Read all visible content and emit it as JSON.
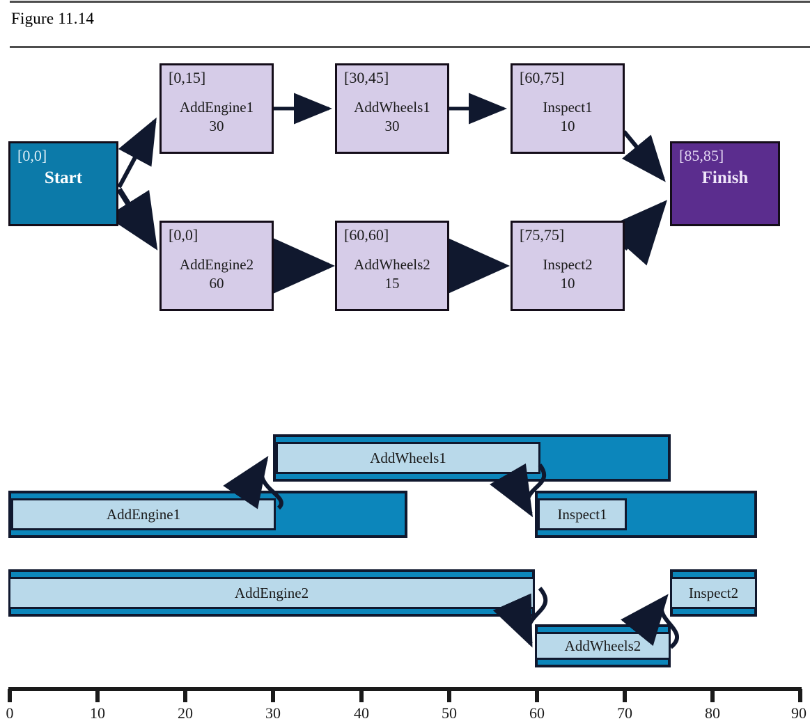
{
  "figure": {
    "caption": "Figure 11.14"
  },
  "colors": {
    "task_node_fill": "#d6cce8",
    "start_fill": "#0c7aa9",
    "finish_fill": "#5b2d8e",
    "node_border": "#140d19",
    "bar_slack_fill": "#0c86bb",
    "bar_task_fill": "#b9d9ea",
    "bar_border": "#10182e",
    "rule": "#4d4d4d"
  },
  "network": {
    "start": {
      "bracket": "[0,0]",
      "title": "Start"
    },
    "finish": {
      "bracket": "[85,85]",
      "title": "Finish"
    },
    "tasks": [
      {
        "id": "AddEngine1",
        "bracket": "[0,15]",
        "label": "AddEngine1",
        "duration": "30"
      },
      {
        "id": "AddWheels1",
        "bracket": "[30,45]",
        "label": "AddWheels1",
        "duration": "30"
      },
      {
        "id": "Inspect1",
        "bracket": "[60,75]",
        "label": "Inspect1",
        "duration": "10"
      },
      {
        "id": "AddEngine2",
        "bracket": "[0,0]",
        "label": "AddEngine2",
        "duration": "60"
      },
      {
        "id": "AddWheels2",
        "bracket": "[60,60]",
        "label": "AddWheels2",
        "duration": "15"
      },
      {
        "id": "Inspect2",
        "bracket": "[75,75]",
        "label": "Inspect2",
        "duration": "10"
      }
    ]
  },
  "chart_data": {
    "type": "bar",
    "title": "Figure 11.14",
    "xlabel": "",
    "ylabel": "",
    "xlim": [
      0,
      90
    ],
    "grid": false,
    "legend": null,
    "tick_labels": [
      "0",
      "10",
      "20",
      "30",
      "40",
      "50",
      "60",
      "70",
      "80",
      "90"
    ],
    "tick_values": [
      0,
      10,
      20,
      30,
      40,
      50,
      60,
      70,
      80,
      90
    ],
    "rows": [
      {
        "label": "AddWheels1",
        "row": 0,
        "start": 30,
        "duration": 30,
        "end": 60,
        "latest_finish": 75,
        "slack": 15,
        "critical": false
      },
      {
        "label": "AddEngine1",
        "row": 1,
        "start": 0,
        "duration": 30,
        "end": 30,
        "latest_finish": 45,
        "slack": 15,
        "critical": false
      },
      {
        "label": "Inspect1",
        "row": 1,
        "start": 60,
        "duration": 10,
        "end": 70,
        "latest_finish": 85,
        "slack": 15,
        "critical": false
      },
      {
        "label": "AddEngine2",
        "row": 2,
        "start": 0,
        "duration": 60,
        "end": 60,
        "latest_finish": 60,
        "slack": 0,
        "critical": true
      },
      {
        "label": "Inspect2",
        "row": 2,
        "start": 75,
        "duration": 10,
        "end": 85,
        "latest_finish": 85,
        "slack": 0,
        "critical": true
      },
      {
        "label": "AddWheels2",
        "row": 3,
        "start": 60,
        "duration": 15,
        "end": 75,
        "latest_finish": 75,
        "slack": 0,
        "critical": true
      }
    ]
  }
}
